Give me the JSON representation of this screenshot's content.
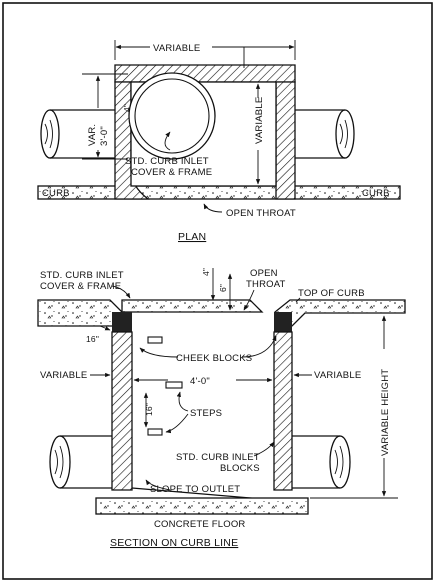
{
  "plan": {
    "title": "PLAN",
    "dim_top": "VARIABLE",
    "dim_inner": "VARIABLE",
    "dim_diameter": "VAR.",
    "dim_diameter_value": "3'-0\"",
    "cover_label_1": "STD. CURB INLET",
    "cover_label_2": "COVER & FRAME",
    "curb_left": "CURB",
    "curb_right": "CURB",
    "open_throat": "OPEN THROAT"
  },
  "section": {
    "title": "SECTION ON CURB LINE",
    "cover_label_1": "STD. CURB INLET",
    "cover_label_2": "COVER & FRAME",
    "dim_4": "4\"",
    "dim_6": "6\"",
    "open_throat_1": "OPEN",
    "open_throat_2": "THROAT",
    "top_of_curb": "TOP OF CURB",
    "dim_16": "16\"",
    "cheek_blocks": "CHEEK BLOCKS",
    "variable_left": "VARIABLE",
    "variable_right": "VARIABLE",
    "dim_width": "4'-0\"",
    "dim_step_spacing": "16\"",
    "steps": "STEPS",
    "blocks_label_1": "STD. CURB INLET",
    "blocks_label_2": "BLOCKS",
    "variable_height": "VARIABLE HEIGHT",
    "slope": "SLOPE TO OUTLET",
    "concrete_floor": "CONCRETE FLOOR"
  }
}
